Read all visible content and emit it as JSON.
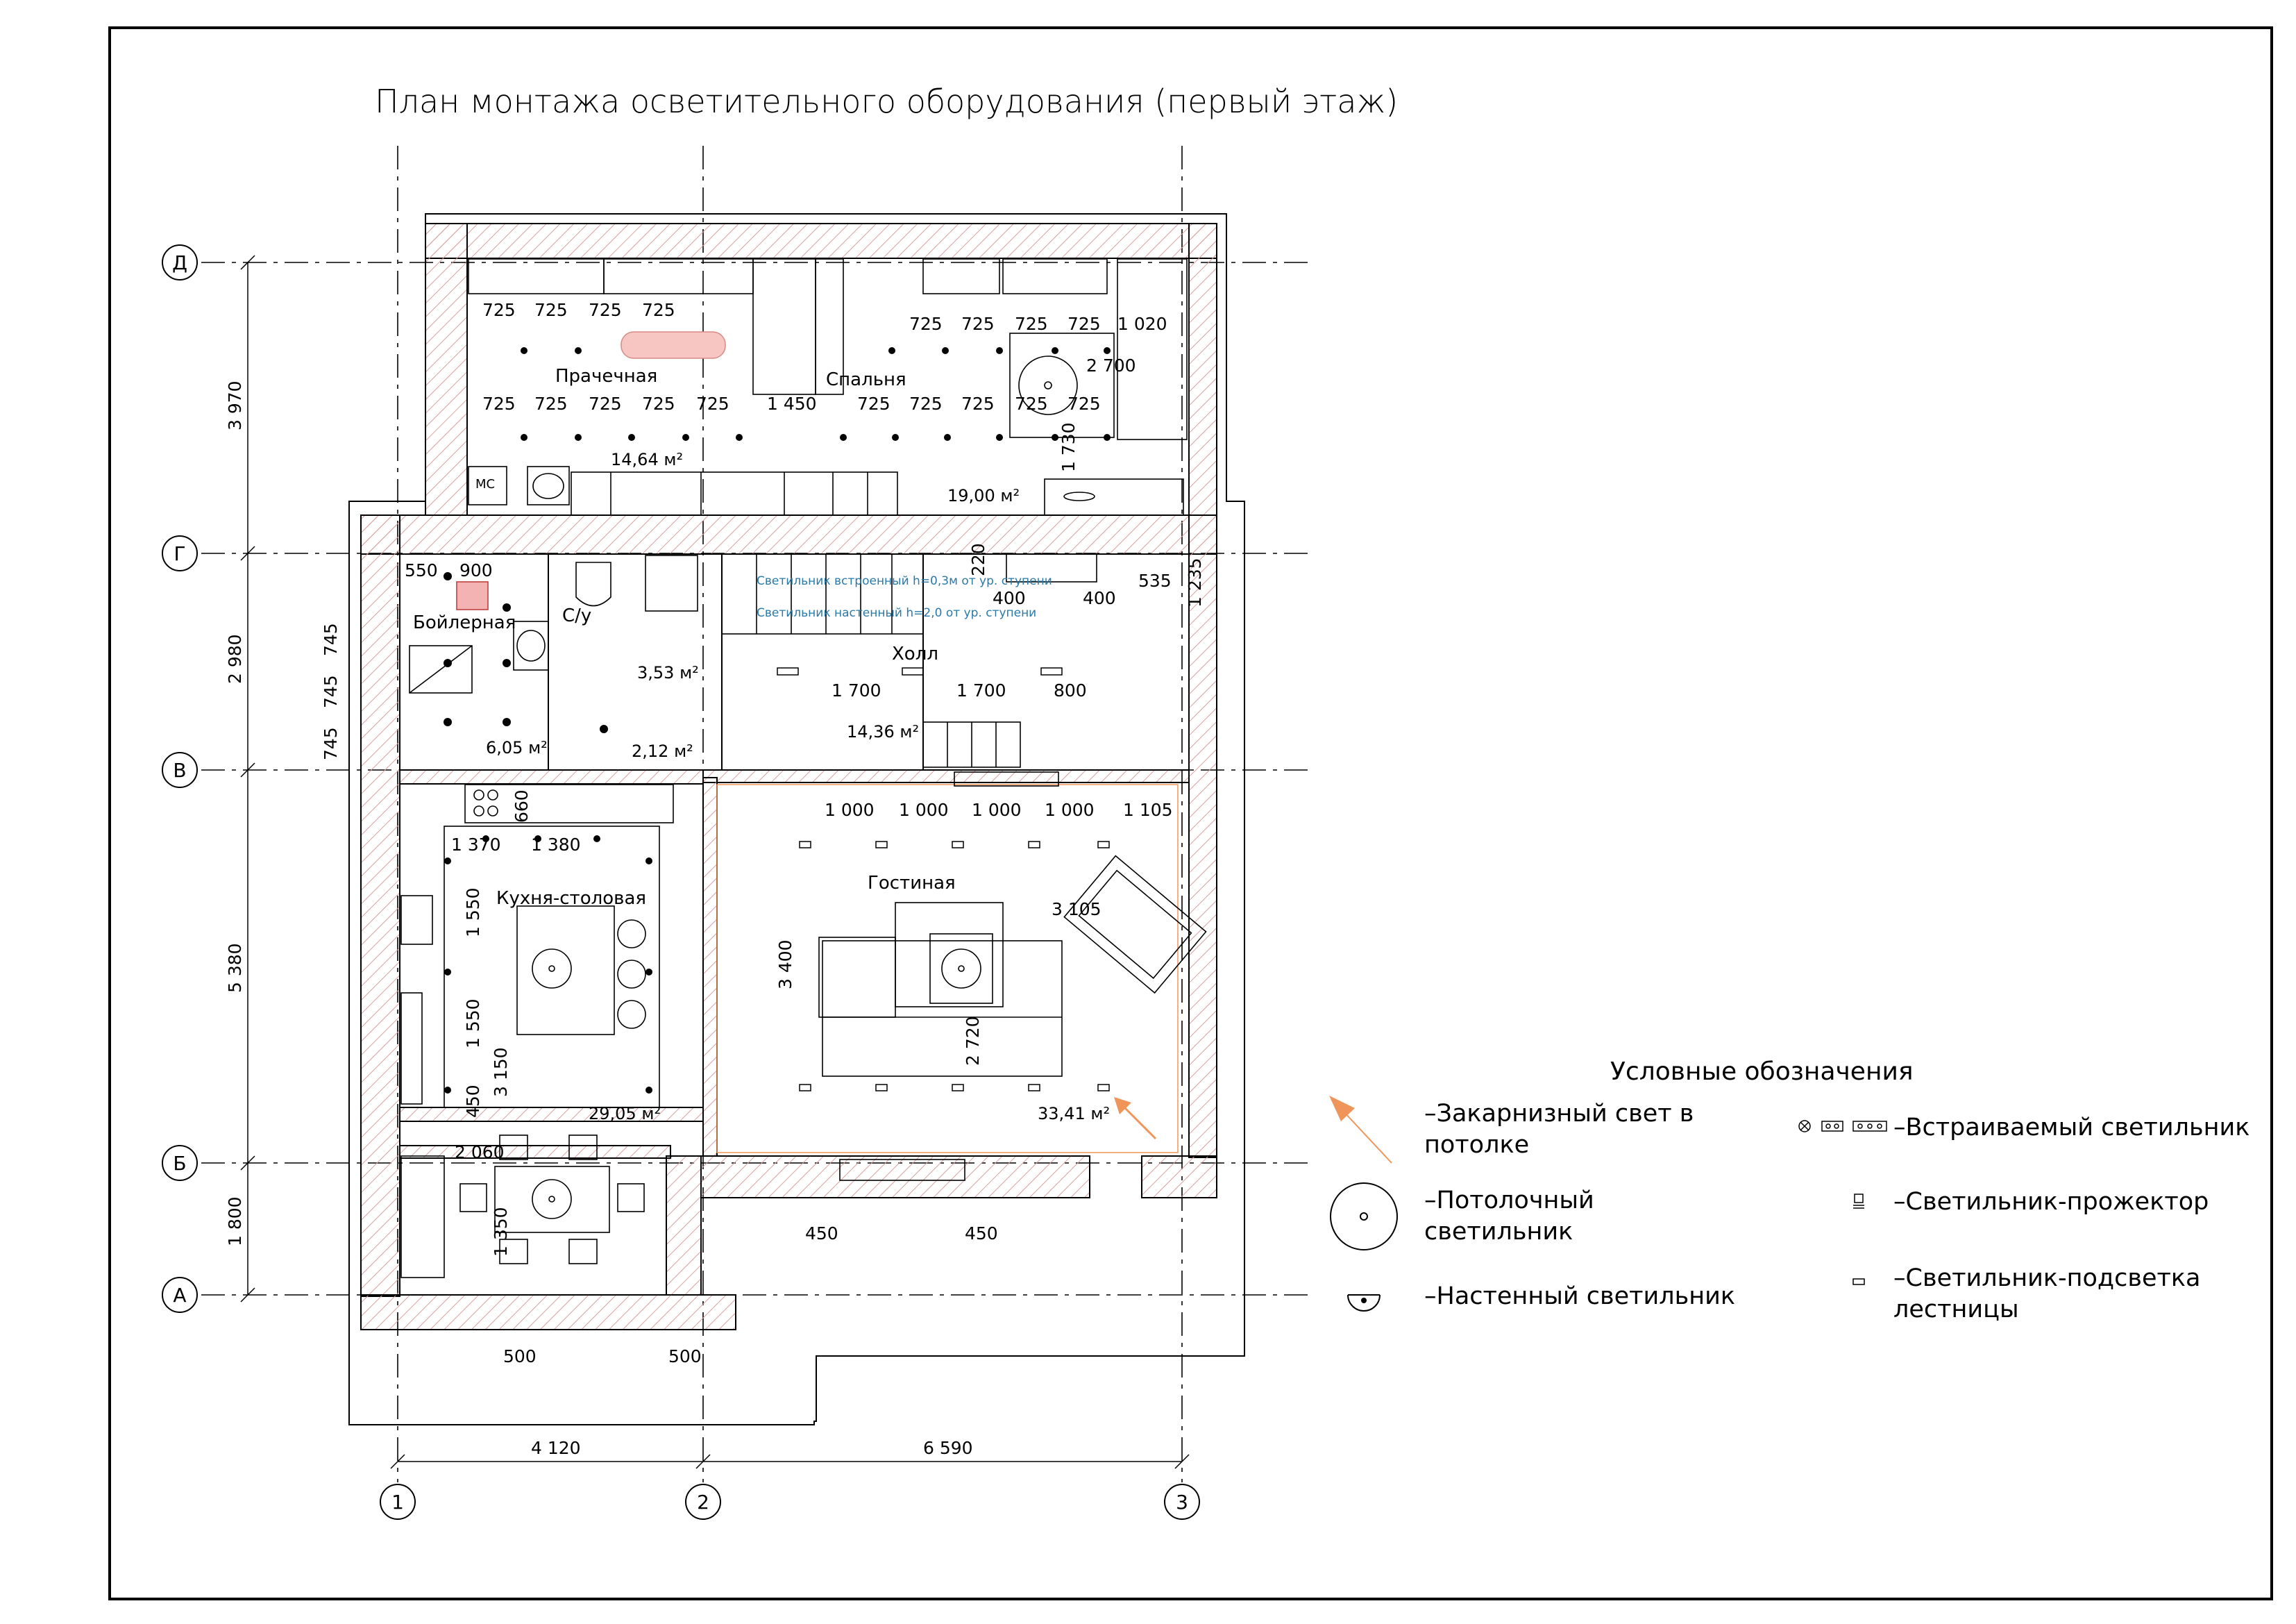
{
  "title": "План монтажа осветительного оборудования (первый этаж)",
  "axes": {
    "letters": [
      "Д",
      "Г",
      "В",
      "Б",
      "А"
    ],
    "numbers": [
      "1",
      "2",
      "3"
    ],
    "left_dims": [
      "3 970",
      "2 980",
      "5 380",
      "1 800"
    ],
    "bottom_dims": [
      "4 120",
      "6 590"
    ]
  },
  "rooms": [
    {
      "name": "Прачечная",
      "area": "14,64 м²"
    },
    {
      "name": "Спальня",
      "area": "19,00 м²"
    },
    {
      "name": "Бойлерная",
      "area": "6,05 м²"
    },
    {
      "name": "С/у",
      "area": "3,53 м²"
    },
    {
      "name": "",
      "area": "2,12 м²"
    },
    {
      "name": "Холл",
      "area": "14,36 м²"
    },
    {
      "name": "Кухня-столовая",
      "area": "29,05 м²"
    },
    {
      "name": "Гостиная",
      "area": "33,41 м²"
    }
  ],
  "fixture_labels": {
    "mc": "МС"
  },
  "stair_notes": [
    "Светильник встроенный h=0,3м от ур. ступени",
    "Светильник настенный h=2,0 от ур. ступени"
  ],
  "dims": {
    "laundry_top": [
      "725",
      "725",
      "725",
      "725"
    ],
    "bedroom_top": [
      "725",
      "725",
      "725",
      "725",
      "1 020"
    ],
    "bedroom_2700": "2 700",
    "laundry_row2": [
      "725",
      "725",
      "725",
      "725",
      "725"
    ],
    "mid_1450": "1 450",
    "bedroom_row2": [
      "725",
      "725",
      "725",
      "725",
      "725"
    ],
    "v_1730": "1 730",
    "v_220": "220",
    "boiler_550": "550",
    "boiler_900": "900",
    "boiler_v": [
      "745",
      "745",
      "745"
    ],
    "hall_400a": "400",
    "hall_400b": "400",
    "hall_535": "535",
    "v_1235": "1 235",
    "hall_row": [
      "1 700",
      "1 700",
      "800"
    ],
    "kitchen_1370": "1 370",
    "kitchen_1380": "1 380",
    "v_660": "660",
    "kitchen_v": [
      "1 550",
      "1 550",
      "3 150",
      "450"
    ],
    "dining_2060": "2 060",
    "dining_1350": "1 350",
    "living_top": [
      "1 000",
      "1 000",
      "1 000",
      "1 000",
      "1 105"
    ],
    "living_3105": "3 105",
    "living_3400": "3 400",
    "living_2720": "2 720",
    "porch": [
      "450",
      "450"
    ],
    "bottom_500": [
      "500",
      "500"
    ]
  },
  "legend": {
    "title": "Условные обозначения",
    "items": [
      {
        "icon": "cornice-light-icon",
        "label": [
          "–Закарнизный свет в",
          "потолке"
        ]
      },
      {
        "icon": "ceiling-light-icon",
        "label": [
          "–Потолочный",
          "светильник"
        ]
      },
      {
        "icon": "wall-light-icon",
        "label": [
          "–Настенный светильник"
        ]
      },
      {
        "icon": "recessed-light-icon",
        "label": [
          "–Встраиваемый светильник"
        ]
      },
      {
        "icon": "spotlight-icon",
        "label": [
          "–Светильник-прожектор"
        ]
      },
      {
        "icon": "stair-light-icon",
        "label": [
          "–Светильник-подсветка",
          "лестницы"
        ]
      }
    ]
  },
  "colors": {
    "line": "#000000",
    "hatch": "#d9a0a0",
    "accent": "#f0955a",
    "note": "#2a7aa8"
  }
}
